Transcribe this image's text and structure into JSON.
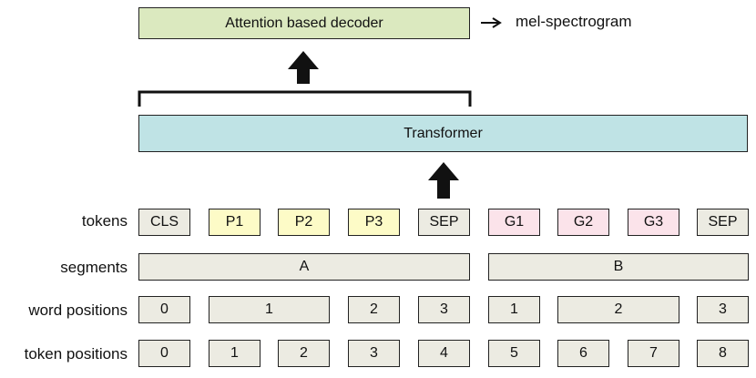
{
  "decoder": {
    "label": "Attention based decoder",
    "output": "mel-spectrogram"
  },
  "transformer": {
    "label": "Transformer"
  },
  "rows": {
    "tokens": "tokens",
    "segments": "segments",
    "word_positions": "word positions",
    "token_positions": "token positions"
  },
  "tokens": [
    "CLS",
    "P1",
    "P2",
    "P3",
    "SEP",
    "G1",
    "G2",
    "G3",
    "SEP"
  ],
  "segments": [
    "A",
    "B"
  ],
  "word_positions": [
    "0",
    "1",
    "2",
    "3",
    "1",
    "2",
    "3"
  ],
  "token_positions": [
    "0",
    "1",
    "2",
    "3",
    "4",
    "5",
    "6",
    "7",
    "8"
  ]
}
